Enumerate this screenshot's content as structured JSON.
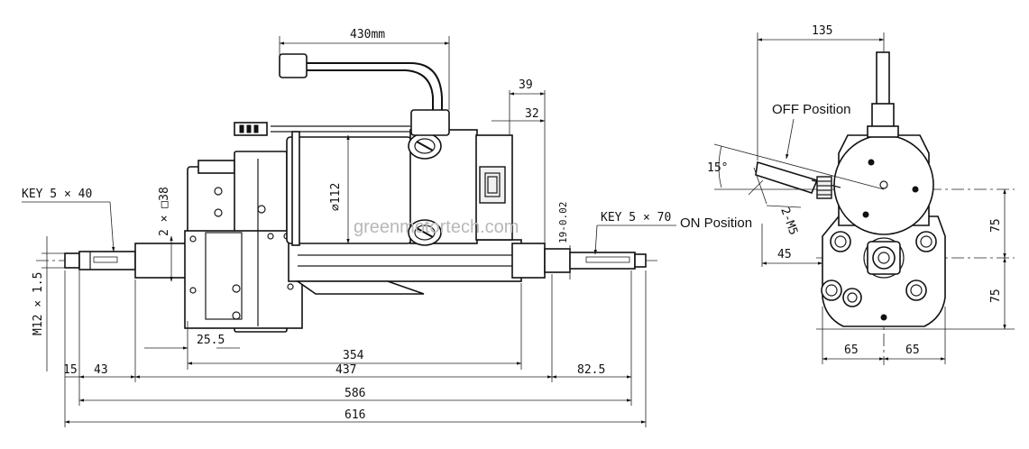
{
  "watermark": "greenmotortech.com",
  "side_view": {
    "cable_length": "430mm",
    "motor_diameter": "∅112",
    "dim_39": "39",
    "dim_32": "32",
    "square_38": "2 × □38",
    "key_left": "KEY 5 × 40",
    "key_right": "KEY 5 × 70",
    "shaft_tolerance": "19-0.02",
    "thread": "M12 × 1.5",
    "dim_25_5": "25.5",
    "dim_354": "354",
    "dim_437": "437",
    "dim_15": "15",
    "dim_43": "43",
    "dim_82_5": "82.5",
    "dim_586": "586",
    "dim_616": "616"
  },
  "end_view": {
    "dim_135": "135",
    "off_position": "OFF Position",
    "on_position": "ON Position",
    "angle": "15°",
    "bolt_spec": "2-M5",
    "dim_45": "45",
    "dim_75_top": "75",
    "dim_75_bottom": "75",
    "dim_65_left": "65",
    "dim_65_right": "65"
  }
}
